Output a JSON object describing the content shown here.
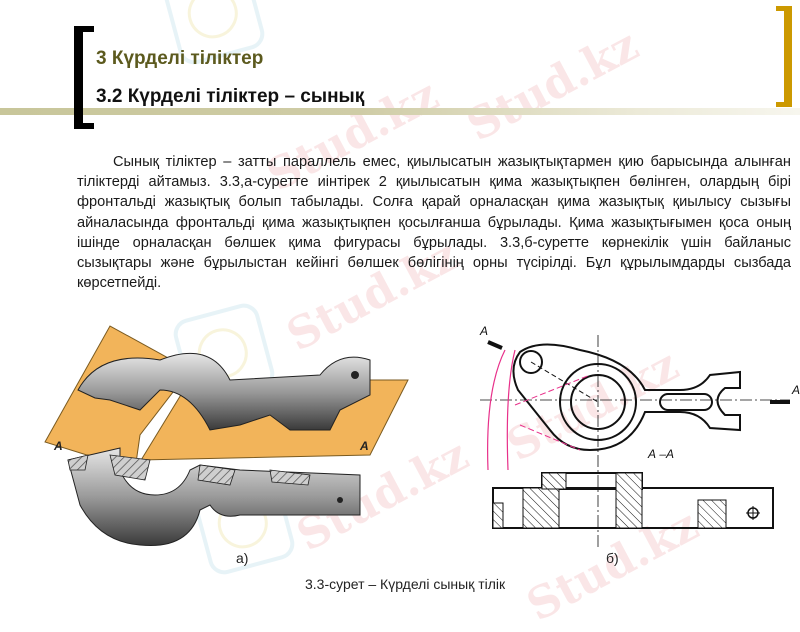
{
  "header": {
    "title": "3 Күрделі тіліктер",
    "subtitle": "3.2  Күрделі тіліктер – сынық"
  },
  "body": {
    "paragraph": "Сынық тіліктер – затты параллель емес, қиылысатын жазықтықтармен қию барысында алынған тіліктерді айтамыз. 3.3,а-суретте иінтірек 2 қиылысатын қима жазықтықпен бөлінген, олардың бірі фронтальді жазықтық болып табылады. Солға қарай орналасқан қима жазықтық қиылысу сызығы айналасында фронтальді қима жазықтықпен қосылғанша бұрылады. Қима жазықтығымен қоса оның ішінде орналасқан бөлшек қима фигурасы бұрылады. 3.3,б-суретте көрнекілік үшін байланыс сызықтары және бұрылыстан кейінгі бөлшек бөлігінің орны түсірілді. Бұл құрылымдарды сызбада көрсетпейді."
  },
  "figures": {
    "a": {
      "label": "а)",
      "plane_label_left": "A",
      "plane_label_right": "A"
    },
    "b": {
      "label": "б)",
      "cut_label_top": "A",
      "cut_label_right": "A",
      "section_label": "А –А"
    },
    "caption": "3.3-сурет – Күрделі сынық тілік"
  },
  "watermark": {
    "text": "Stud.kz"
  },
  "colors": {
    "title_olive": "#5c5a1e",
    "bracket_gold": "#cc9900",
    "plane_orange": "#f2b45a",
    "construction_pink": "#e8308a"
  }
}
